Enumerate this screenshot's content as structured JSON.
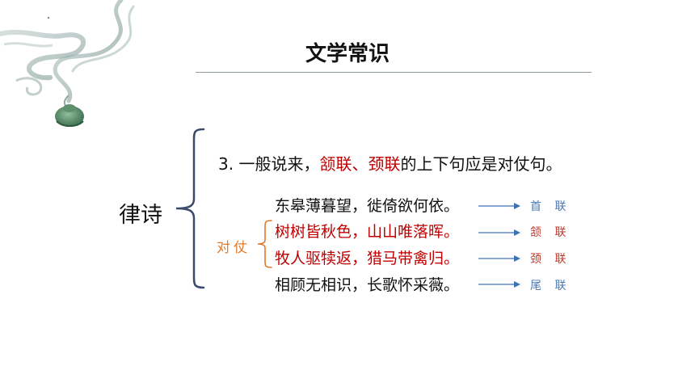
{
  "slide": {
    "title": "文学常识",
    "topic": "律诗",
    "point": {
      "prefix": "3. 一般说来，",
      "highlight": "颔联、颈联",
      "suffix": "的上下句应是对仗句。"
    },
    "lines": [
      {
        "text": "东皋薄暮望，徙倚欲何依。",
        "label": "首 联"
      },
      {
        "text": "树树皆秋色，山山唯落晖。",
        "label": "颔 联"
      },
      {
        "text": "牧人驱犊返，猎马带禽归。",
        "label": "颈 联"
      },
      {
        "text": "相顾无相识，长歌怀采薇。",
        "label": "尾 联"
      }
    ],
    "parallel_label": "对仗"
  },
  "colors": {
    "highlight_red": "#c00000",
    "label_blue": "#4a7ab8",
    "label_red": "#c0392b",
    "arrow_blue": "#3d6fb6",
    "brace_orange": "#e07a2b",
    "brace_dark": "#3b4a6b"
  }
}
